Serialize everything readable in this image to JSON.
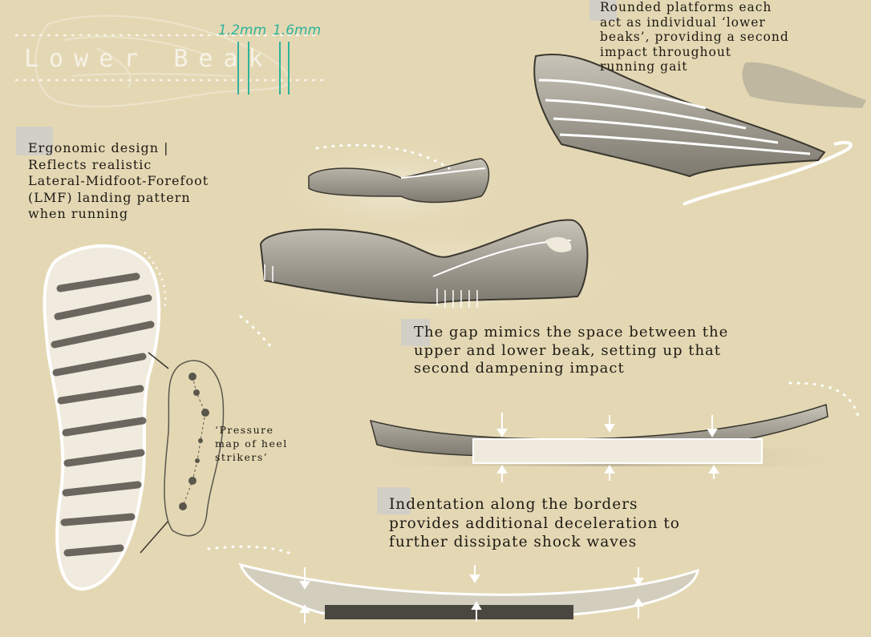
{
  "title": "Lower Beak",
  "measurements": [
    "1.2mm",
    "1.6mm"
  ],
  "captions": {
    "rounded_platforms": "Rounded platforms each\nact as individual ‘lower\nbeaks’, providing a second\nimpact throughout\nrunning gait",
    "ergonomic": "Ergonomic design |\nReflects realistic\nLateral-Midfoot-Forefoot\n(LMF) landing pattern\nwhen running",
    "gap": "The gap mimics the space between the\nupper and lower beak, setting up that\nsecond dampening impact",
    "pressure_map": "‘Pressure\nmap of heel\nstrikers’",
    "indentation": "Indentation along the borders\nprovides additional deceleration to\nfurther dissipate shock waves"
  },
  "colors": {
    "background": "#e4d8b4",
    "caption_tab": "#d2cfc6",
    "measurement": "#2fb39b",
    "sketch_line": "#ffffff",
    "sole_dark": "#4a4740"
  }
}
